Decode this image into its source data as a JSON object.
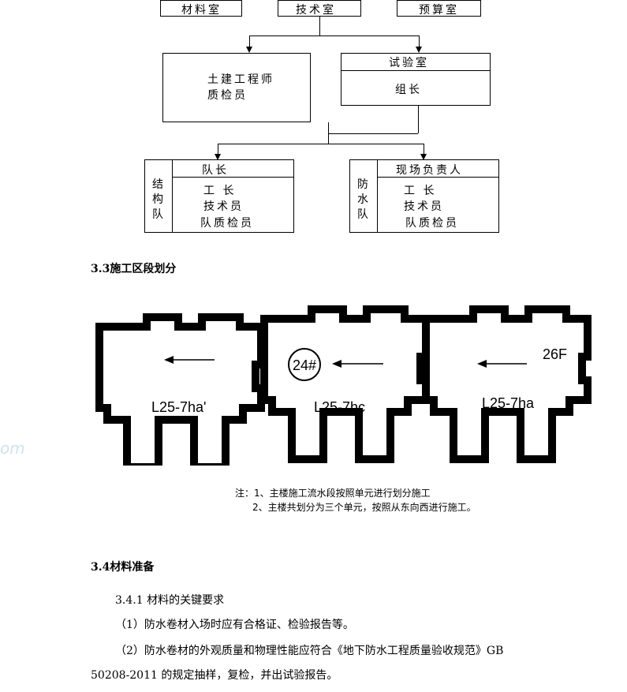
{
  "org_chart": {
    "top_boxes": [
      "材料室",
      "技术室",
      "预算室"
    ],
    "engineer_box": {
      "line1": "土建工程师",
      "line2": "质检员"
    },
    "lab_box": {
      "title": "试验室",
      "member": "组长"
    },
    "structure_team": {
      "side": [
        "结",
        "构",
        "队"
      ],
      "title": "队长",
      "members": [
        "工 长",
        "技术员",
        "队质检员"
      ]
    },
    "waterproof_team": {
      "side": [
        "防",
        "水",
        "队"
      ],
      "title": "现场负责人",
      "members": [
        "工 长",
        "技术员",
        "队质检员"
      ]
    }
  },
  "section_33": {
    "heading": "3.3施工区段划分"
  },
  "plan": {
    "units": [
      "L25-7ha'",
      "L25-7hc",
      "L25-7ha"
    ],
    "building_number": "24#",
    "floors": "26F",
    "notes": [
      "注：1、主楼施工流水段按照单元进行划分施工",
      "2、主楼共划分为三个单元，按照从东向西进行施工。"
    ]
  },
  "section_34": {
    "heading": "3.4材料准备"
  },
  "body": {
    "p1": "3.4.1 材料的关键要求",
    "p2": "（1）防水卷材入场时应有合格证、检验报告等。",
    "p3": "（2）防水卷材的外观质量和物理性能应符合《地下防水工程质量验收规范》GB",
    "p4": "50208-2011 的规定抽样，复检，并出试验报告。"
  },
  "edge_watermark": "om"
}
